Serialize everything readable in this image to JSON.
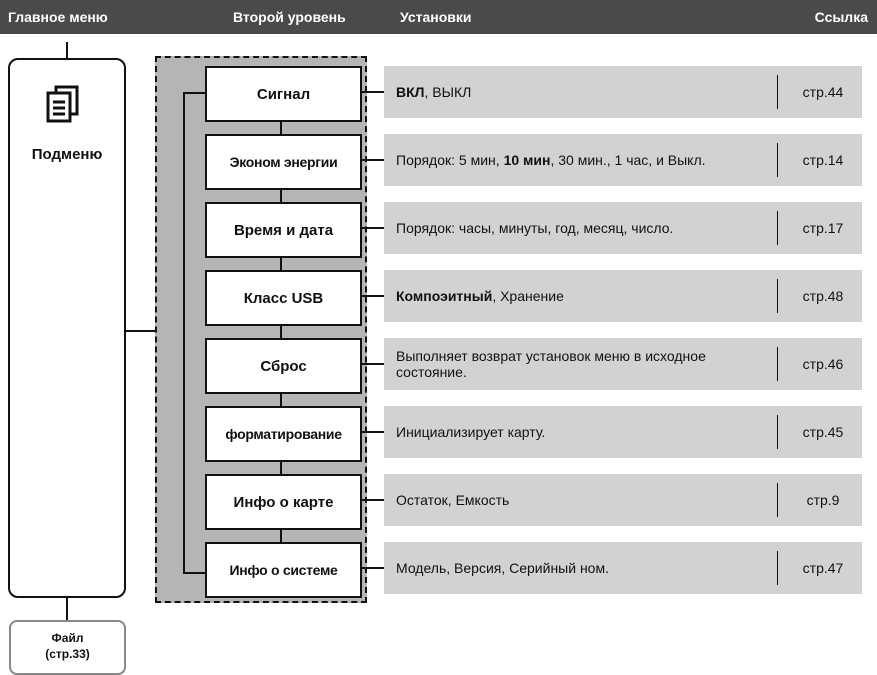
{
  "header": {
    "col_main": "Главное меню",
    "col_second": "Второй уровень",
    "col_settings": "Установки",
    "col_ref": "Ссылка"
  },
  "main_menu": {
    "icon": "submenu-pages-icon",
    "label": "Подменю",
    "file_line1": "Файл",
    "file_line2": "(стр.33)"
  },
  "items": [
    {
      "label": "Сигнал",
      "settings": [
        {
          "text": "ВКЛ",
          "bold": true
        },
        {
          "text": ", ВЫКЛ",
          "bold": false
        }
      ],
      "ref": "стр.44"
    },
    {
      "label": "Эконом энергии",
      "settings": [
        {
          "text": "Порядок:  5 мин, ",
          "bold": false
        },
        {
          "text": "10 мин",
          "bold": true
        },
        {
          "text": ", 30 мин., 1 час, и Выкл.",
          "bold": false
        }
      ],
      "ref": "стр.14"
    },
    {
      "label": "Время и дата",
      "settings": [
        {
          "text": "Порядок: часы, минуты, год, месяц, число.",
          "bold": false
        }
      ],
      "ref": "стр.17"
    },
    {
      "label": "Класс USB",
      "settings": [
        {
          "text": "Компоэитный",
          "bold": true
        },
        {
          "text": ", Хранение",
          "bold": false
        }
      ],
      "ref": "стр.48"
    },
    {
      "label": "Сброс",
      "settings": [
        {
          "text": "Выполняет возврат установок меню в исходное состояние.",
          "bold": false
        }
      ],
      "ref": "стр.46"
    },
    {
      "label": "форматирование",
      "settings": [
        {
          "text": "Инициализирует карту.",
          "bold": false
        }
      ],
      "ref": "стр.45"
    },
    {
      "label": "Инфо о карте",
      "settings": [
        {
          "text": "Остаток, Емкость",
          "bold": false
        }
      ],
      "ref": "стр.9"
    },
    {
      "label": "Инфо о системе",
      "settings": [
        {
          "text": "Модель, Версия, Серийный ном.",
          "bold": false
        }
      ],
      "ref": "стр.47"
    }
  ],
  "colors": {
    "header_bg": "#4a4a4a",
    "panel_bg": "#b5b5b5",
    "settings_bg": "#d2d2d2"
  }
}
